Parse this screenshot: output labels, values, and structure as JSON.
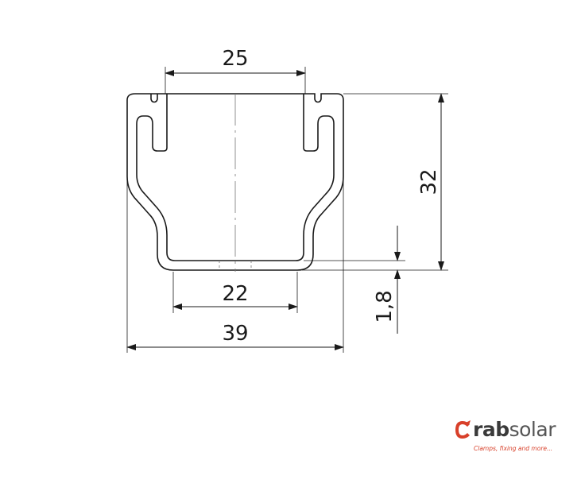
{
  "dimensions": {
    "top_width": "25",
    "height": "32",
    "bottom_width": "22",
    "thickness": "1,8",
    "overall_width": "39"
  },
  "logo": {
    "brand_bold": "rab",
    "brand_light": "solar",
    "tagline": "Clamps, fixing and more...",
    "color_primary": "#d8402a",
    "color_dark": "#3a3a3a"
  }
}
